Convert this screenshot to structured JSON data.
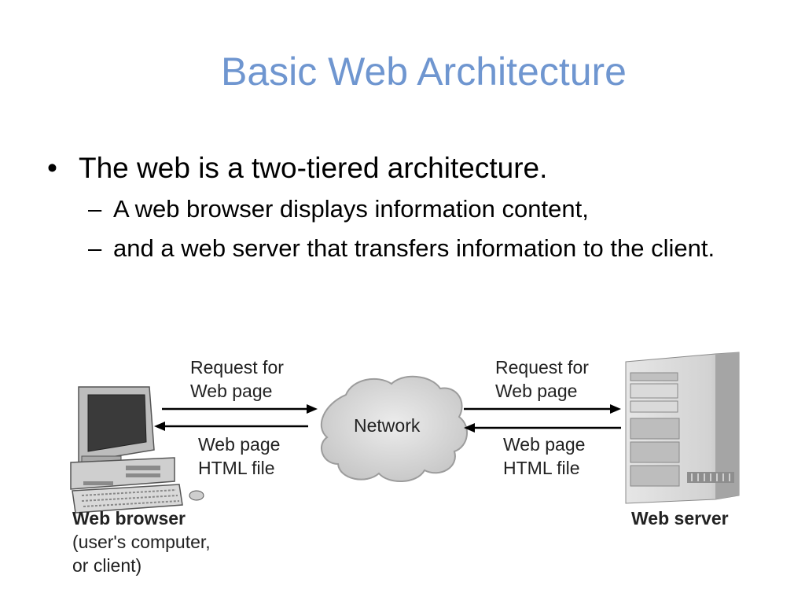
{
  "slide": {
    "title": "Basic Web Architecture",
    "bullet_main": "The web is a two-tiered architecture.",
    "sub_bullets": [
      "A web browser displays information content,",
      "and a web server that transfers information to the client."
    ]
  },
  "diagram": {
    "left_request": [
      "Request for",
      "Web page"
    ],
    "left_response": [
      "Web page",
      "HTML file"
    ],
    "network": "Network",
    "right_request": [
      "Request for",
      "Web page"
    ],
    "right_response": [
      "Web page",
      "HTML file"
    ],
    "browser_title": "Web browser",
    "browser_sub": [
      "(user's computer,",
      "or client)"
    ],
    "server_title": "Web server"
  },
  "colors": {
    "title": "#6f96d0"
  }
}
